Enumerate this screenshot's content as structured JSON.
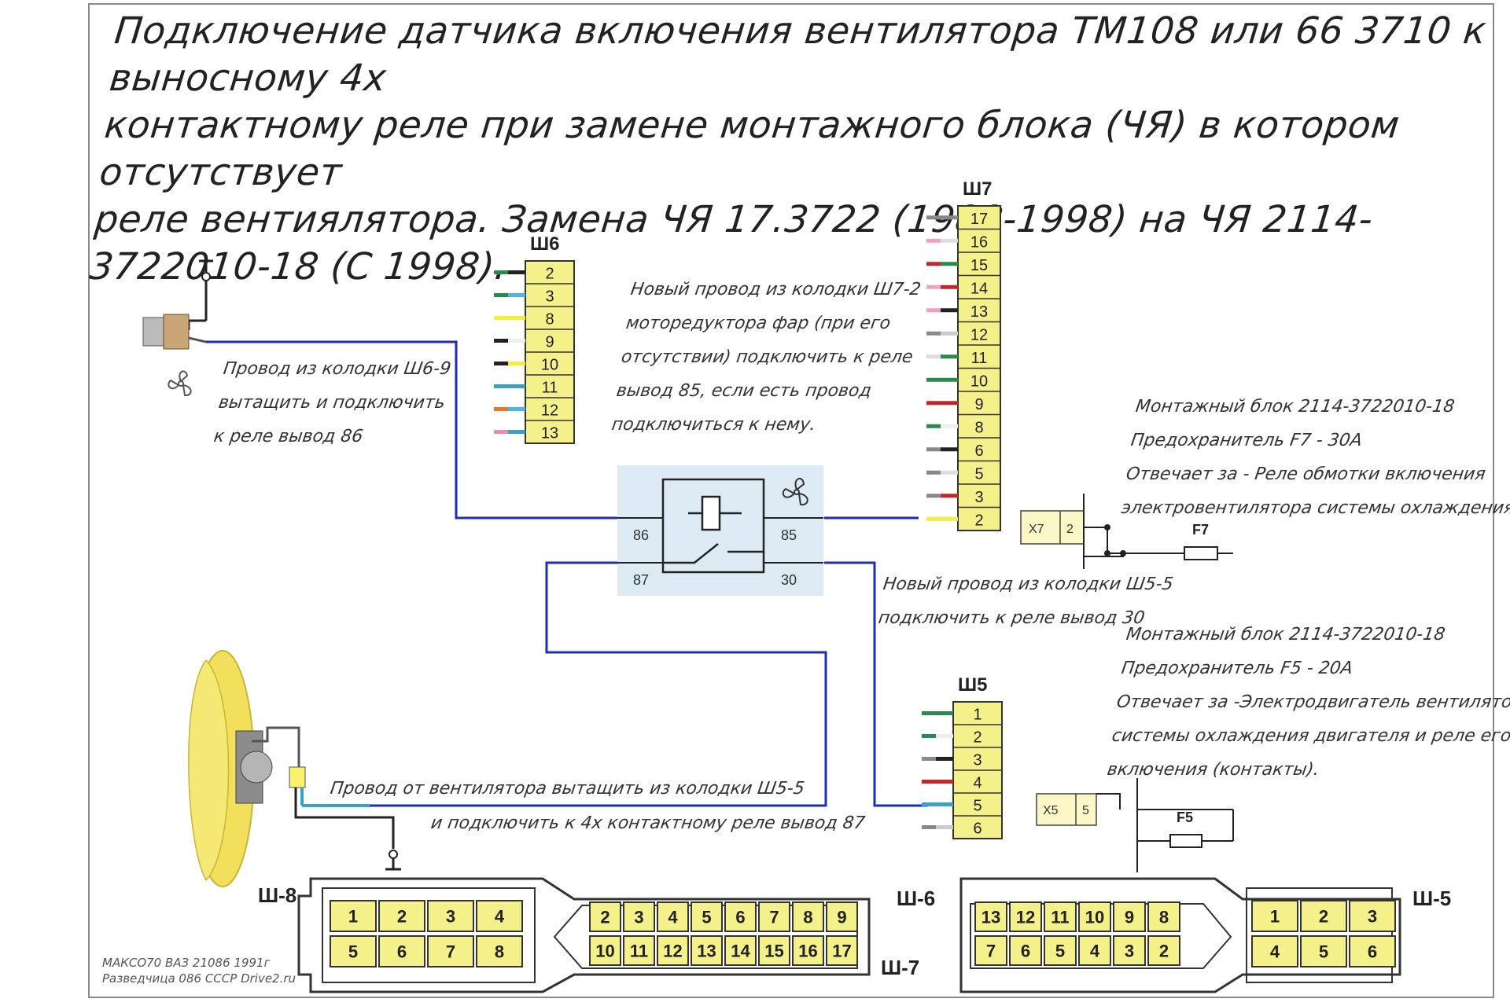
{
  "title": {
    "line1": "Подключение датчика включения вентилятора ТМ108 или 66 3710 к выносному 4х",
    "line2": "контактному реле при замене монтажного блока (ЧЯ) в котором отсутствует",
    "line3": "реле вентиялятора. Замена ЧЯ 17.3722 (1988-1998) на ЧЯ 2114-3722010-18 (С 1998)."
  },
  "notes": {
    "sensor": [
      "Провод из колодки Ш6-9",
      "вытащить и подключить",
      "к реле вывод 86"
    ],
    "new_wire_85": [
      "Новый провод из колодки Ш7-2",
      "моторедуктора фар (при его",
      "отсутствии) подключить к реле",
      "вывод 85, если есть провод",
      "подключиться к нему."
    ],
    "block_f7": [
      "Монтажный блок 2114-3722010-18",
      "Предохранитель F7 - 30А",
      "Отвечает за - Реле обмотки включения",
      "электровентилятора системы охлаждения."
    ],
    "new_wire_30": [
      "Новый провод из колодки Ш5-5",
      "подключить к реле вывод 30"
    ],
    "block_f5": [
      "Монтажный блок 2114-3722010-18",
      "Предохранитель F5 - 20А",
      "Отвечает за -Электродвигатель вентилятора",
      "системы охлаждения двигателя и реле его",
      "включения (контакты)."
    ],
    "fan_wire": [
      "Провод от вентилятора вытащить из колодки Ш5-5",
      "и подключить к 4х контактному реле вывод 87"
    ]
  },
  "connectors": {
    "sh6": {
      "label": "Ш6",
      "pins": [
        "2",
        "3",
        "8",
        "9",
        "10",
        "11",
        "12",
        "13"
      ]
    },
    "sh7": {
      "label": "Ш7",
      "pins": [
        "17",
        "16",
        "15",
        "14",
        "13",
        "12",
        "11",
        "10",
        "9",
        "8",
        "6",
        "5",
        "3",
        "2"
      ]
    },
    "sh5": {
      "label": "Ш5",
      "pins": [
        "1",
        "2",
        "3",
        "4",
        "5",
        "6"
      ]
    }
  },
  "relay": {
    "pins": [
      "86",
      "85",
      "87",
      "30"
    ]
  },
  "fuse_blocks": {
    "f7": {
      "connector": "X7",
      "pin": "2",
      "fuse": "F7"
    },
    "f5": {
      "connector": "X5",
      "pin": "5",
      "fuse": "F5"
    }
  },
  "bottom_connectors": {
    "sh8": {
      "label": "Ш-8",
      "row1": [
        "1",
        "2",
        "3",
        "4"
      ],
      "row2": [
        "5",
        "6",
        "7",
        "8"
      ]
    },
    "sh6": {
      "label": "Ш-6",
      "row1": [
        "2",
        "3",
        "4",
        "5",
        "6",
        "7",
        "8",
        "9"
      ],
      "row2": [
        "10",
        "11",
        "12",
        "13",
        "14",
        "15",
        "16",
        "17"
      ]
    },
    "sh7": {
      "label": "Ш-7"
    },
    "sh6b": {
      "row1": [
        "13",
        "12",
        "11",
        "10",
        "9",
        "8"
      ],
      "row2": [
        "7",
        "6",
        "5",
        "4",
        "3",
        "2"
      ]
    },
    "sh5": {
      "label": "Ш-5",
      "row1": [
        "1",
        "2",
        "3"
      ],
      "row2": [
        "4",
        "5",
        "6"
      ]
    }
  },
  "credit": {
    "line1": "МАКСО70 ВАЗ 21086 1991г",
    "line2": "Разведчица 086 СССР Drive2.ru"
  },
  "colors": {
    "wire": "#1d2fb0",
    "connector_fill": "#f4f08a",
    "fan_yellow": "#f2e05c"
  }
}
